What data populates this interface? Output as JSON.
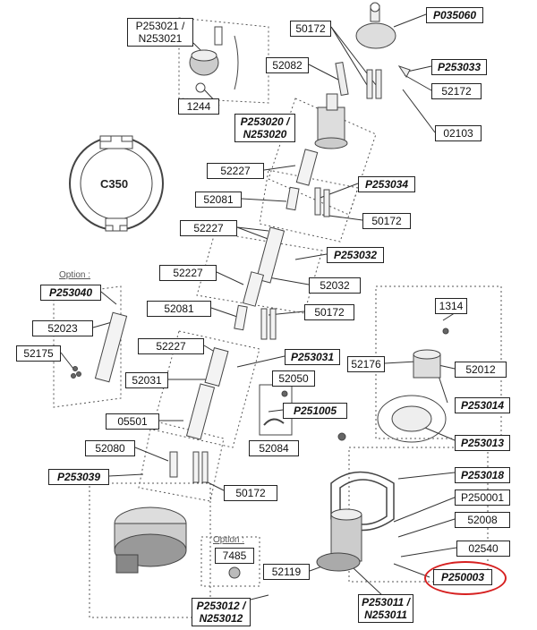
{
  "colors": {
    "line": "#333333",
    "part": "#666666",
    "highlight": "#d62020"
  },
  "profile_label": "C350",
  "option_label": "Option :",
  "labels": {
    "p253021": "P253021 / N253021",
    "n50172a": "50172",
    "p035060": "P035060",
    "n52082": "52082",
    "p253033": "P253033",
    "n52172": "52172",
    "n1244": "1244",
    "p253020": "P253020 / N253020",
    "n02103": "02103",
    "n52227a": "52227",
    "p253034": "P253034",
    "n52081a": "52081",
    "n50172b": "50172",
    "n52227b": "52227",
    "p253032": "P253032",
    "n52227c": "52227",
    "n52032": "52032",
    "p253040": "P253040",
    "n52081b": "52081",
    "n50172c": "50172",
    "n1314": "1314",
    "n52023": "52023",
    "n52227d": "52227",
    "p253031": "P253031",
    "n52175": "52175",
    "n52176": "52176",
    "n52012": "52012",
    "n52050": "52050",
    "n52031": "52031",
    "p253014": "P253014",
    "p251005": "P251005",
    "n05501": "05501",
    "n52084": "52084",
    "p253013": "P253013",
    "n52080": "52080",
    "p253039": "P253039",
    "p253018": "P253018",
    "p250001": "P250001",
    "n50172d": "50172",
    "n52008": "52008",
    "n7485": "7485",
    "n02540": "02540",
    "n52119": "52119",
    "p250003": "P250003",
    "p253012": "P253012 / N253012",
    "p253011": "P253011 / N253011"
  }
}
